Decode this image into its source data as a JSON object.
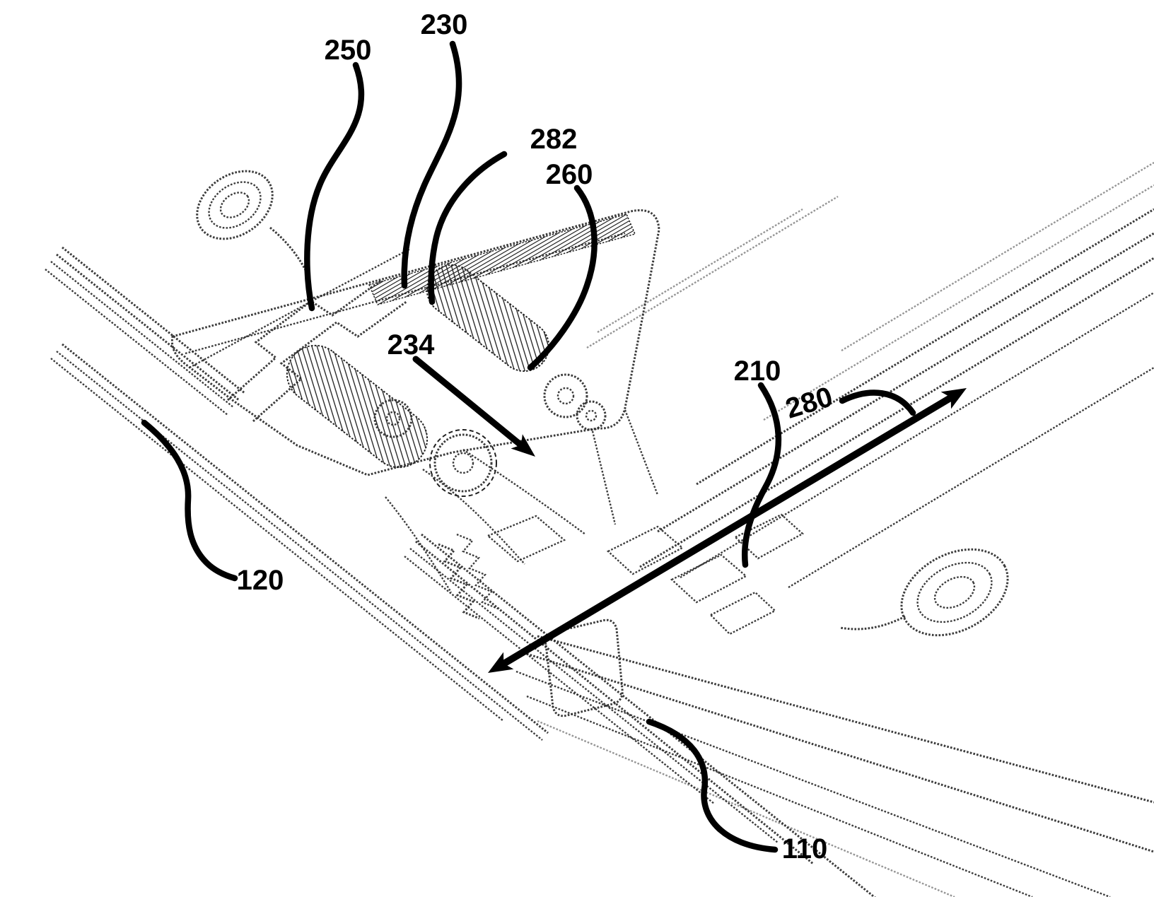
{
  "figure": {
    "colors": {
      "ink": "#000000",
      "background": "#ffffff"
    },
    "reference_labels": [
      {
        "id": "250",
        "text": "250"
      },
      {
        "id": "230",
        "text": "230"
      },
      {
        "id": "282",
        "text": "282"
      },
      {
        "id": "260",
        "text": "260"
      },
      {
        "id": "234",
        "text": "234"
      },
      {
        "id": "210",
        "text": "210"
      },
      {
        "id": "280",
        "text": "280"
      },
      {
        "id": "120",
        "text": "120"
      },
      {
        "id": "110",
        "text": "110"
      }
    ]
  }
}
